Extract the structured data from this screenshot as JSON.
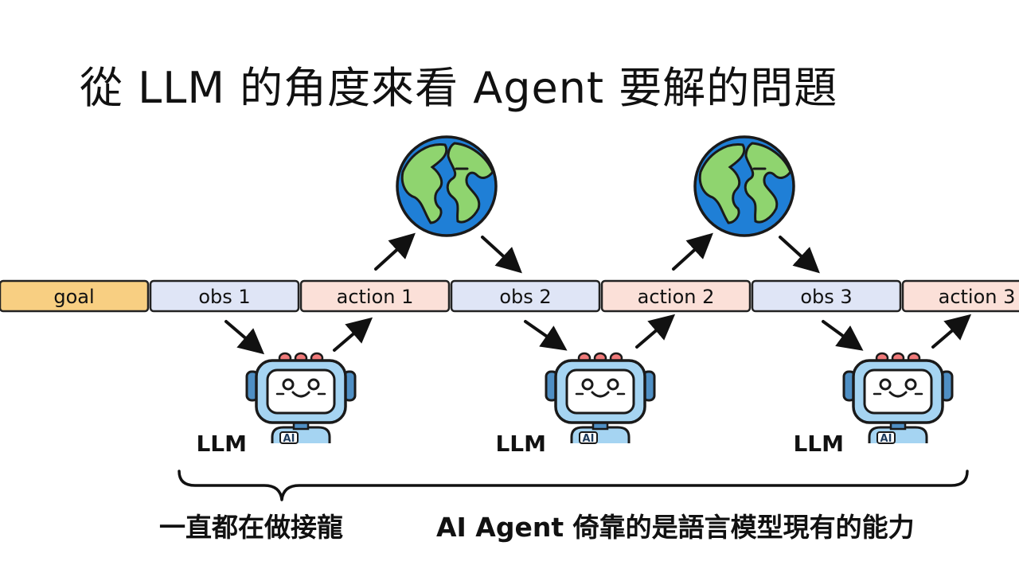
{
  "title": "從 LLM 的角度來看 Agent 要解的問題",
  "sequence": [
    {
      "label": "goal",
      "kind": "goal"
    },
    {
      "label": "obs 1",
      "kind": "obs"
    },
    {
      "label": "action 1",
      "kind": "action"
    },
    {
      "label": "obs 2",
      "kind": "obs"
    },
    {
      "label": "action 2",
      "kind": "action"
    },
    {
      "label": "obs 3",
      "kind": "obs"
    },
    {
      "label": "action 3",
      "kind": "action"
    }
  ],
  "robots": [
    {
      "label": "LLM",
      "badge": "AI"
    },
    {
      "label": "LLM",
      "badge": "AI"
    },
    {
      "label": "LLM",
      "badge": "AI"
    }
  ],
  "globe_count": 2,
  "captions": {
    "left": "一直都在做接龍",
    "right": "AI Agent 倚靠的是語言模型現有的能力"
  },
  "colors": {
    "goal": "#f8cf82",
    "obs": "#dfe5f6",
    "action": "#fbe0d8",
    "ocean": "#1f7fd6",
    "land": "#8fd46f",
    "robot_body": "#a5d4f2",
    "robot_screen": "#ffffff",
    "robot_lights": "#f07a7a",
    "robot_ears": "#4f8fc4"
  }
}
